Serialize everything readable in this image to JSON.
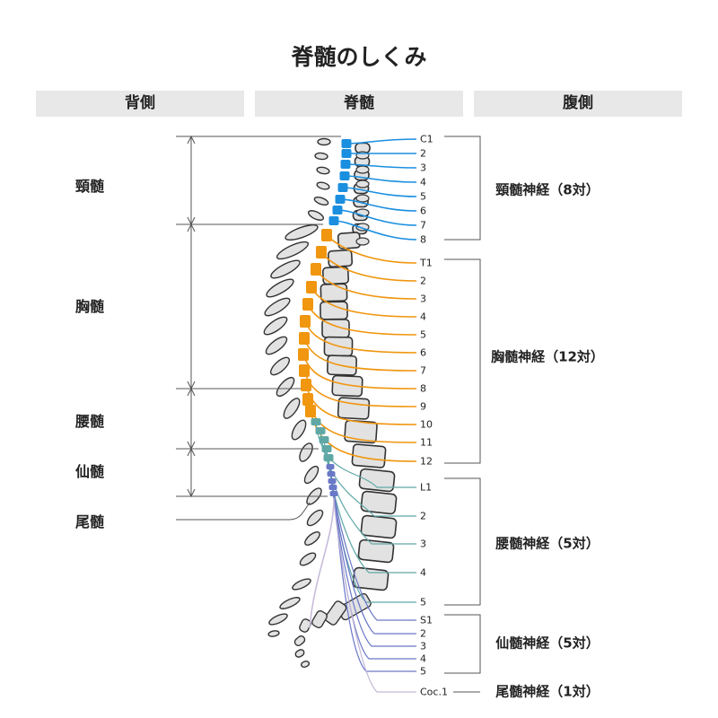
{
  "title": "脊髄のしくみ",
  "headers": {
    "back": "背側",
    "cord": "脊髄",
    "front": "腹側"
  },
  "regions": [
    {
      "key": "cervical",
      "label": "頸髄"
    },
    {
      "key": "thoracic",
      "label": "胸髄"
    },
    {
      "key": "lumbar",
      "label": "腰髄"
    },
    {
      "key": "sacral",
      "label": "仙髄"
    },
    {
      "key": "coccygeal",
      "label": "尾髄"
    }
  ],
  "groups": [
    {
      "key": "cervical",
      "label": "頸髄神経（8対）"
    },
    {
      "key": "thoracic",
      "label": "胸髄神経（12対）"
    },
    {
      "key": "lumbar",
      "label": "腰髄神経（5対）"
    },
    {
      "key": "sacral",
      "label": "仙髄神経（5対）"
    },
    {
      "key": "coccygeal",
      "label": "尾髄神経（1対）"
    }
  ],
  "nerves": {
    "cervical": [
      "C1",
      "2",
      "3",
      "4",
      "5",
      "6",
      "7",
      "8"
    ],
    "thoracic": [
      "T1",
      "2",
      "3",
      "4",
      "5",
      "6",
      "7",
      "8",
      "9",
      "10",
      "11",
      "12"
    ],
    "lumbar": [
      "L1",
      "2",
      "3",
      "4",
      "5"
    ],
    "sacral": [
      "S1",
      "2",
      "3",
      "4",
      "5"
    ],
    "coccygeal": [
      "Coc.1"
    ]
  },
  "colors": {
    "cervical": "#1a8fe0",
    "thoracic": "#f0960f",
    "lumbar": "#5fa8a6",
    "sacral": "#6a78c8",
    "coccygeal": "#c4b8d8",
    "bone_fill": "#e2e2e2",
    "bone_stroke": "#333333"
  }
}
